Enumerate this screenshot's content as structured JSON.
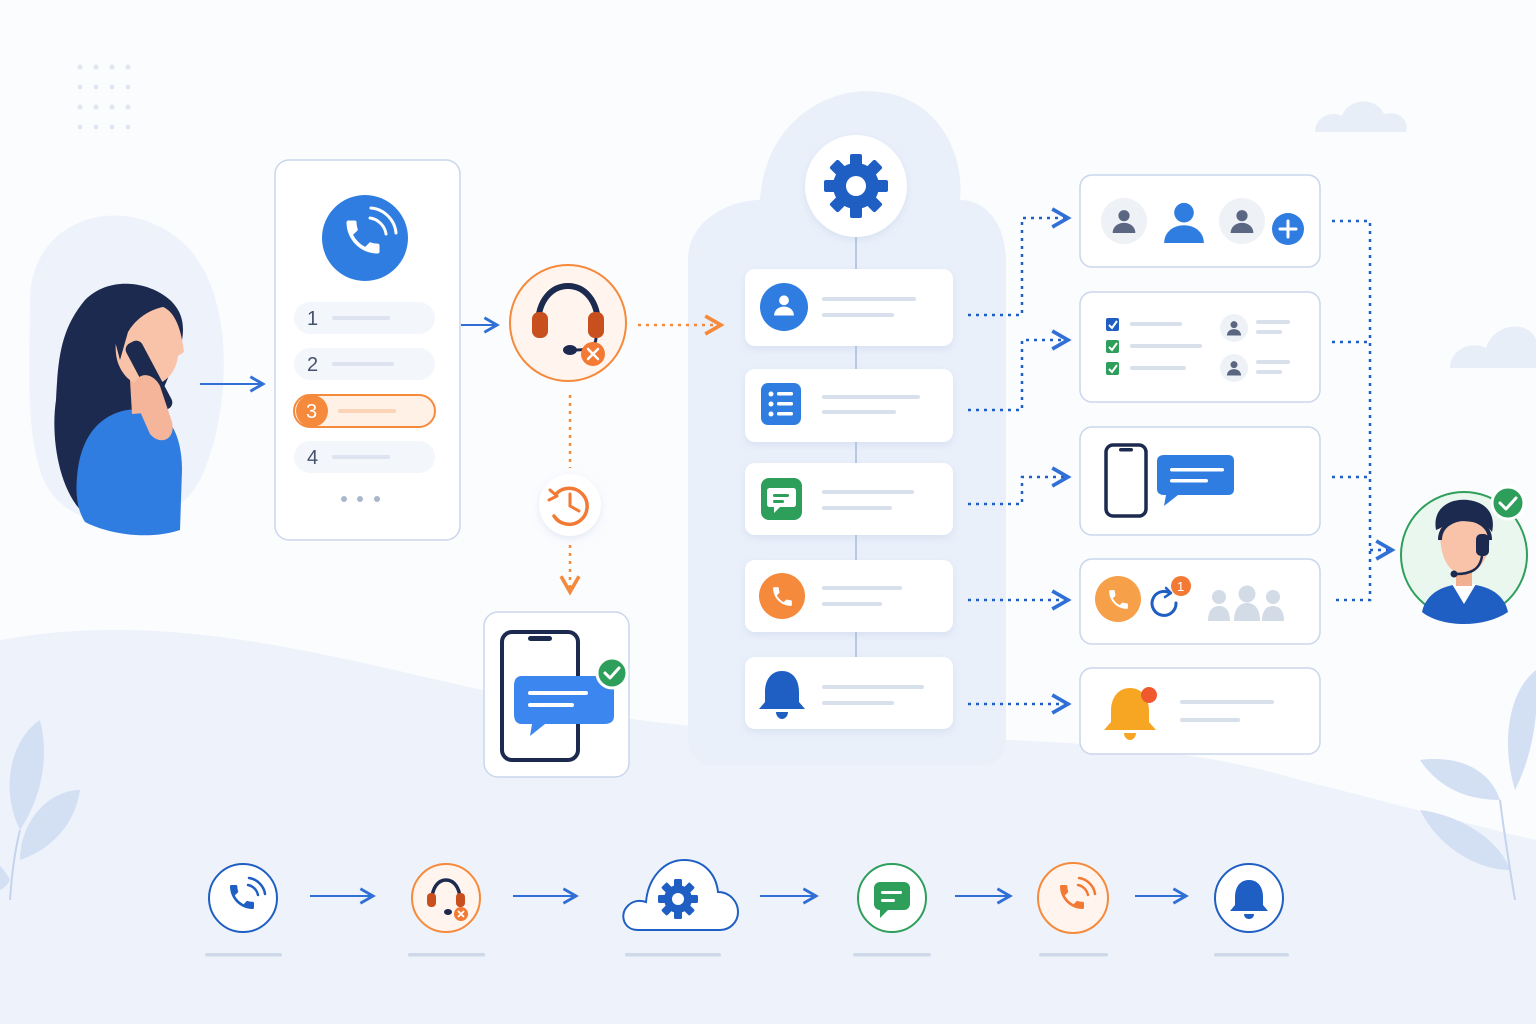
{
  "diagram": {
    "ivr_menu": {
      "options": [
        "1",
        "2",
        "3",
        "4"
      ],
      "selected_index": 2
    },
    "nodes": [
      "caller",
      "phone-call-icon",
      "ivr-menu",
      "headset-unavailable-icon",
      "callback-clock-icon",
      "sms-confirmation-phone",
      "gear-icon",
      "contact-profile-card",
      "task-list-card",
      "chat-message-card",
      "phone-call-card",
      "notification-bell-card",
      "team-members-panel",
      "checklist-assignment-panel",
      "mobile-message-panel",
      "callback-queue-panel",
      "alert-notification-panel",
      "support-agent"
    ],
    "callback_badge_count": "1"
  },
  "colors": {
    "primary_blue": "#2f7de1",
    "dark_blue": "#1f5fc4",
    "accent_orange": "#f58a3c",
    "success_green": "#2e9e5b",
    "navy": "#1b2a4e",
    "border_blue": "#c9d6ec",
    "bell_amber": "#f6a623"
  }
}
